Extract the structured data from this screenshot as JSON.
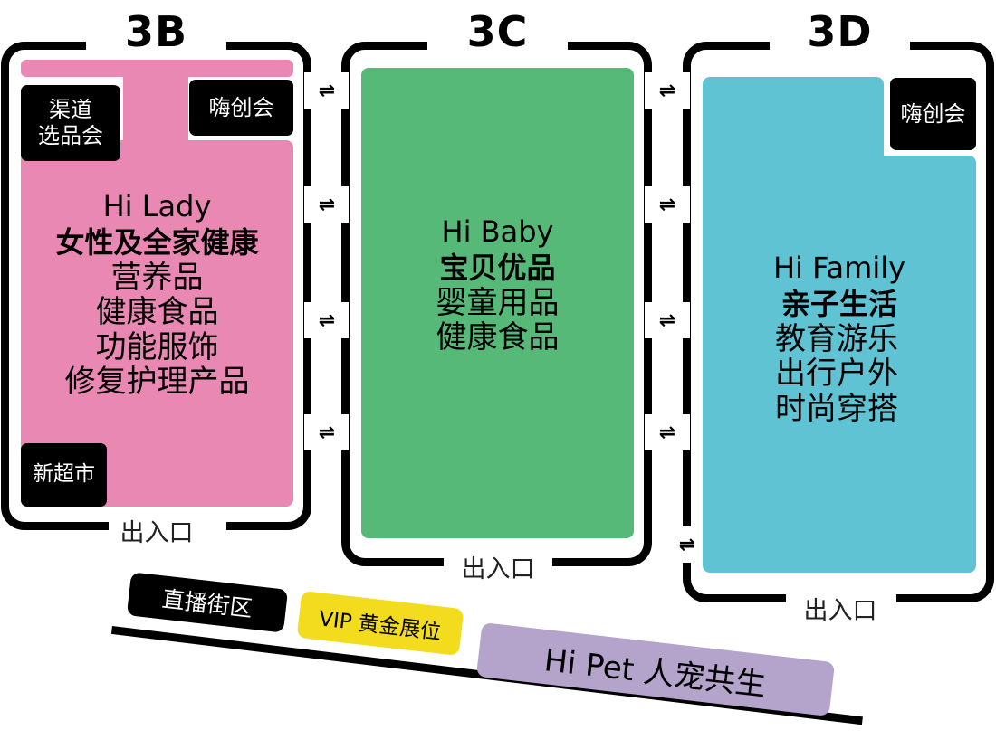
{
  "halls": [
    {
      "label": "3B",
      "tags": [
        "渠道选品会",
        "嗨创会",
        "新超市"
      ],
      "tag_lines": [
        "渠道",
        "选品会"
      ],
      "zone": {
        "en": "Hi Lady",
        "cn": "女性及全家健康",
        "items": [
          "营养品",
          "健康食品",
          "功能服饰",
          "修复护理产品"
        ]
      },
      "entrance": "出入口"
    },
    {
      "label": "3C",
      "zone": {
        "en": "Hi Baby",
        "cn": "宝贝优品",
        "items": [
          "婴童用品",
          "健康食品"
        ]
      },
      "entrance": "出入口"
    },
    {
      "label": "3D",
      "tags": [
        "嗨创会"
      ],
      "zone": {
        "en": "Hi Family",
        "cn": "亲子生活",
        "items": [
          "教育游乐",
          "出行户外",
          "时尚穿搭"
        ]
      },
      "entrance": "出入口"
    }
  ],
  "connector_symbol": "⇌",
  "strip": {
    "live": "直播街区",
    "vip": "VIP 黄金展位",
    "pet": "Hi Pet 人宠共生"
  },
  "colors": {
    "lady": "#ea88b4",
    "baby": "#56b978",
    "family": "#5fc3d4",
    "vip": "#f3dc1e",
    "pet": "#b4a3cb"
  }
}
